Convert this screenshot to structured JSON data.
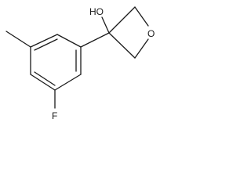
{
  "molecule": {
    "atoms": {
      "hydroxyl": "HO",
      "ring_oxygen": "O",
      "fluorine": "F"
    },
    "colors": {
      "ink": "#1a1a1a",
      "background": "#ffffff"
    }
  }
}
